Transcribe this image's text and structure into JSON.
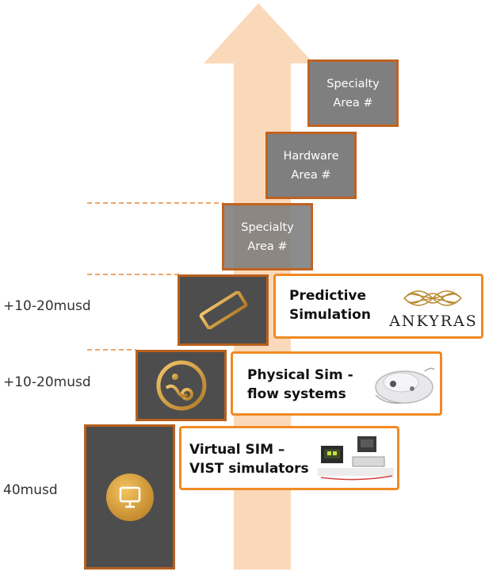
{
  "side_labels": {
    "predictive": "+10-20musd",
    "physical": "+10-20musd",
    "virtual": "40musd"
  },
  "areas": [
    {
      "line1": "Specialty",
      "line2": "Area #"
    },
    {
      "line1": "Hardware",
      "line2": "Area #"
    },
    {
      "line1": "Specialty",
      "line2": "Area #"
    }
  ],
  "cards": {
    "predictive": {
      "line1": "Predictive",
      "line2": "Simulation",
      "logo_text": "ANKYRAS"
    },
    "physical": {
      "line1": "Physical Sim -",
      "line2": "flow systems"
    },
    "virtual": {
      "line1": "Virtual SIM –",
      "line2": "VIST simulators"
    }
  },
  "icons": {
    "predictive": "ruler-icon",
    "physical": "flow-cell-icon",
    "virtual": "monitor-icon"
  },
  "colors": {
    "arrow": "#fad5b4",
    "step_fill": "#4d4d4d",
    "step_border": "#b8601d",
    "card_border": "#f08a24",
    "area_fill": "#7f7f7f",
    "dashed_line": "#e88a3a",
    "gold": "#d9a441"
  }
}
